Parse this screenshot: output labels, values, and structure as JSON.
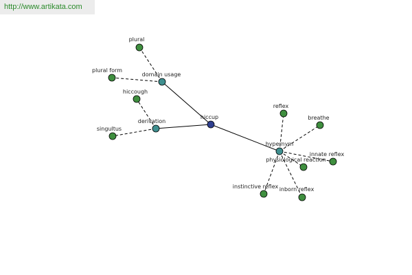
{
  "banner": {
    "url": "http://www.artikata.com"
  },
  "colors": {
    "center": "#2f3f8f",
    "hub": "#3f8f8f",
    "leaf": "#3f8f3f"
  },
  "graph": {
    "nodes": [
      {
        "id": "hiccup",
        "label": "hiccup",
        "kind": "center"
      },
      {
        "id": "domain_usage",
        "label": "domain usage",
        "kind": "hub"
      },
      {
        "id": "derivation",
        "label": "derivation",
        "kind": "hub"
      },
      {
        "id": "hypernym",
        "label": "hypernym",
        "kind": "hub"
      },
      {
        "id": "plural",
        "label": "plural",
        "kind": "leaf"
      },
      {
        "id": "plural_form",
        "label": "plural form",
        "kind": "leaf"
      },
      {
        "id": "hiccough",
        "label": "hiccough",
        "kind": "leaf"
      },
      {
        "id": "singultus",
        "label": "singultus",
        "kind": "leaf"
      },
      {
        "id": "reflex",
        "label": "reflex",
        "kind": "leaf"
      },
      {
        "id": "breathe",
        "label": "breathe",
        "kind": "leaf"
      },
      {
        "id": "innate_reflex",
        "label": "innate reflex",
        "kind": "leaf"
      },
      {
        "id": "physiological_reaction",
        "label": "physiological reaction",
        "kind": "leaf"
      },
      {
        "id": "instinctive_reflex",
        "label": "instinctive reflex",
        "kind": "leaf"
      },
      {
        "id": "inborn_reflex",
        "label": "inborn reflex",
        "kind": "leaf"
      }
    ],
    "edges": [
      {
        "from": "hiccup",
        "to": "domain_usage",
        "style": "solid"
      },
      {
        "from": "hiccup",
        "to": "derivation",
        "style": "solid"
      },
      {
        "from": "hiccup",
        "to": "hypernym",
        "style": "solid"
      },
      {
        "from": "domain_usage",
        "to": "plural",
        "style": "dashed"
      },
      {
        "from": "domain_usage",
        "to": "plural_form",
        "style": "dashed"
      },
      {
        "from": "derivation",
        "to": "hiccough",
        "style": "dashed"
      },
      {
        "from": "derivation",
        "to": "singultus",
        "style": "dashed"
      },
      {
        "from": "hypernym",
        "to": "reflex",
        "style": "dashed"
      },
      {
        "from": "hypernym",
        "to": "breathe",
        "style": "dashed"
      },
      {
        "from": "hypernym",
        "to": "innate_reflex",
        "style": "dashed"
      },
      {
        "from": "hypernym",
        "to": "physiological_reaction",
        "style": "dashed"
      },
      {
        "from": "hypernym",
        "to": "instinctive_reflex",
        "style": "dashed"
      },
      {
        "from": "hypernym",
        "to": "inborn_reflex",
        "style": "dashed"
      }
    ]
  }
}
